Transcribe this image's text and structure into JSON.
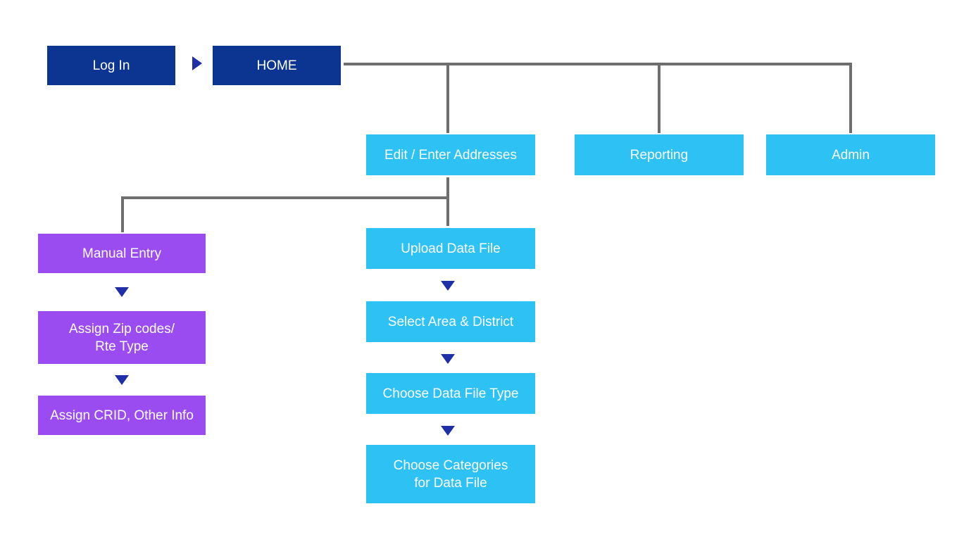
{
  "colors": {
    "primary_navy": "#0b3590",
    "secondary_sky": "#2ec1f4",
    "manual_violet": "#9b4cf0",
    "connector_gray": "#6e6e6e",
    "arrow_navy": "#1f2fa8"
  },
  "nodes": {
    "login": "Log In",
    "home": "HOME",
    "edit_addresses": "Edit / Enter Addresses",
    "reporting": "Reporting",
    "admin": "Admin",
    "manual_entry": "Manual Entry",
    "assign_zip": "Assign Zip codes/\n Rte Type",
    "assign_crid": "Assign CRID, Other Info",
    "upload_file": "Upload Data File",
    "select_area": "Select Area & District",
    "choose_type": "Choose Data File Type",
    "choose_categories": "Choose Categories\n for Data File"
  },
  "icons": {
    "login_to_home": "triangle-right-icon",
    "flow_down": "triangle-down-icon"
  }
}
